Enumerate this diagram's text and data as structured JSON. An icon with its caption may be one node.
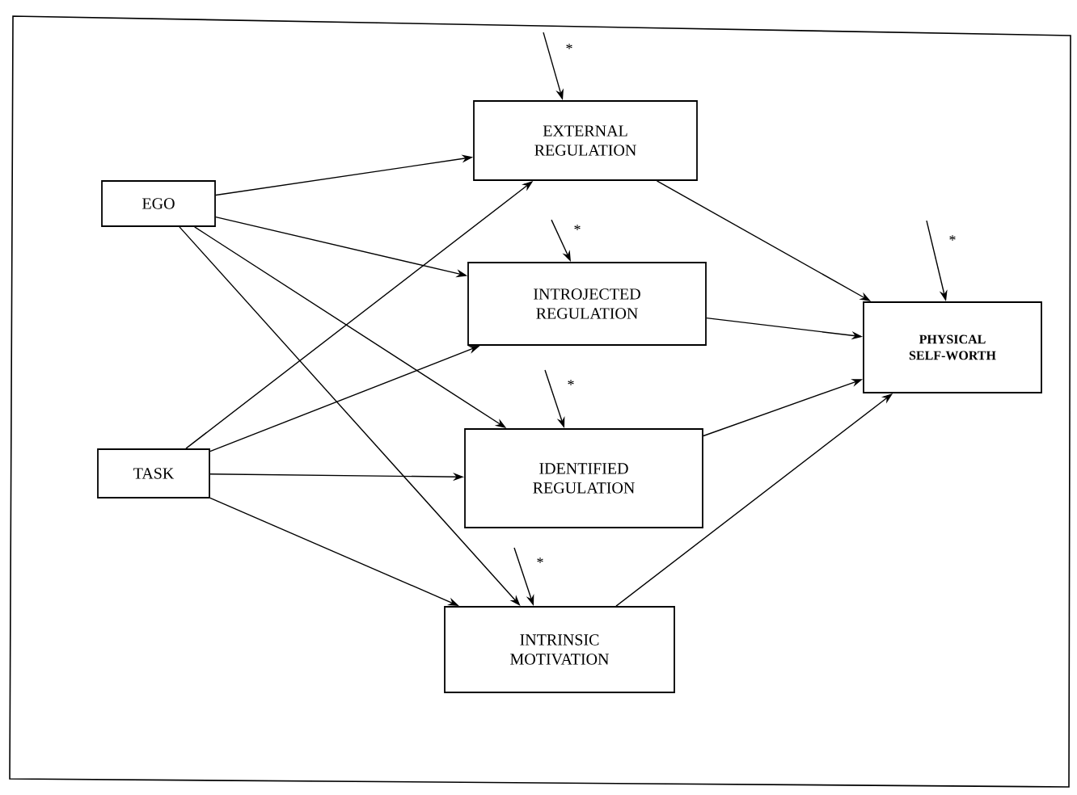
{
  "diagram": {
    "nodes": [
      {
        "text": [
          "EGO"
        ]
      },
      {
        "text": [
          "TASK"
        ]
      },
      {
        "text": [
          "EXTERNAL REGULATION"
        ]
      },
      {
        "text": [
          "INTROJECTED REGULATION"
        ]
      },
      {
        "text": [
          "IDENTIFIED REGULATION"
        ]
      },
      {
        "text": [
          "INTRINSIC MOTIVATION"
        ]
      },
      {
        "text": [
          "PHYSICAL SELF-WORTH"
        ]
      }
    ],
    "edges": [
      {
        "from": 0,
        "to": 2,
        "arrow": "to"
      },
      {
        "from": 0,
        "to": 3,
        "arrow": "to"
      },
      {
        "from": 0,
        "to": 4,
        "arrow": "to"
      },
      {
        "from": 0,
        "to": 5,
        "arrow": "to"
      },
      {
        "from": 1,
        "to": 2,
        "arrow": "to"
      },
      {
        "from": 1,
        "to": 3,
        "arrow": "to"
      },
      {
        "from": 1,
        "to": 4,
        "arrow": "to"
      },
      {
        "from": 1,
        "to": 5,
        "arrow": "to"
      },
      {
        "from": 2,
        "to": 6,
        "arrow": "to"
      },
      {
        "from": 3,
        "to": 6,
        "arrow": "to"
      },
      {
        "from": 4,
        "to": 6,
        "arrow": "to"
      },
      {
        "from": 5,
        "to": 6,
        "arrow": "to"
      },
      {
        "from": null,
        "to": 2,
        "arrow": "to",
        "label": "*"
      },
      {
        "from": null,
        "to": 3,
        "arrow": "to",
        "label": "*"
      },
      {
        "from": null,
        "to": 4,
        "arrow": "to",
        "label": "*"
      },
      {
        "from": null,
        "to": 5,
        "arrow": "to",
        "label": "*"
      },
      {
        "from": null,
        "to": 6,
        "arrow": "to",
        "label": "*"
      }
    ]
  }
}
